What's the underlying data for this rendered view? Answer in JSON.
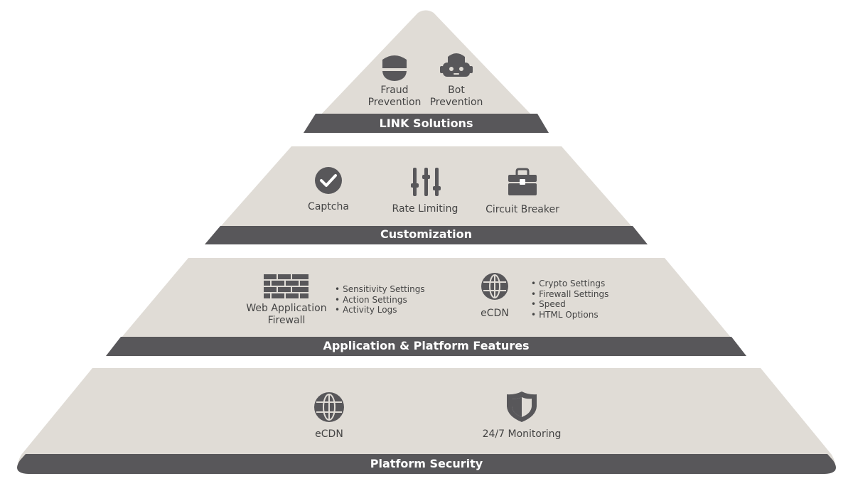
{
  "tiers": [
    {
      "title": "LINK Solutions",
      "items": [
        {
          "icon": "fraud-mask-icon",
          "label_lines": [
            "Fraud",
            "Prevention"
          ]
        },
        {
          "icon": "bot-icon",
          "label_lines": [
            "Bot",
            "Prevention"
          ]
        }
      ]
    },
    {
      "title": "Customization",
      "items": [
        {
          "icon": "checkmark-circle-icon",
          "label": "Captcha"
        },
        {
          "icon": "sliders-icon",
          "label": "Rate Limiting"
        },
        {
          "icon": "briefcase-icon",
          "label": "Circuit Breaker"
        }
      ]
    },
    {
      "title": "Application & Platform Features",
      "items": [
        {
          "icon": "brick-wall-icon",
          "label_lines": [
            "Web Application",
            "Firewall"
          ],
          "features": [
            "Sensitivity Settings",
            "Action Settings",
            "Activity Logs"
          ]
        },
        {
          "icon": "globe-icon",
          "label": "eCDN",
          "features": [
            "Crypto Settings",
            "Firewall Settings",
            "Speed",
            "HTML Options"
          ]
        }
      ]
    },
    {
      "title": "Platform Security",
      "items": [
        {
          "icon": "globe-icon",
          "label": "eCDN"
        },
        {
          "icon": "shield-icon",
          "label": "24/7 Monitoring"
        }
      ]
    }
  ],
  "colors": {
    "tier_fill": "#e0dcd6",
    "band": "#58575a",
    "icon": "#58575a",
    "text": "#444444",
    "band_text": "#ffffff"
  }
}
